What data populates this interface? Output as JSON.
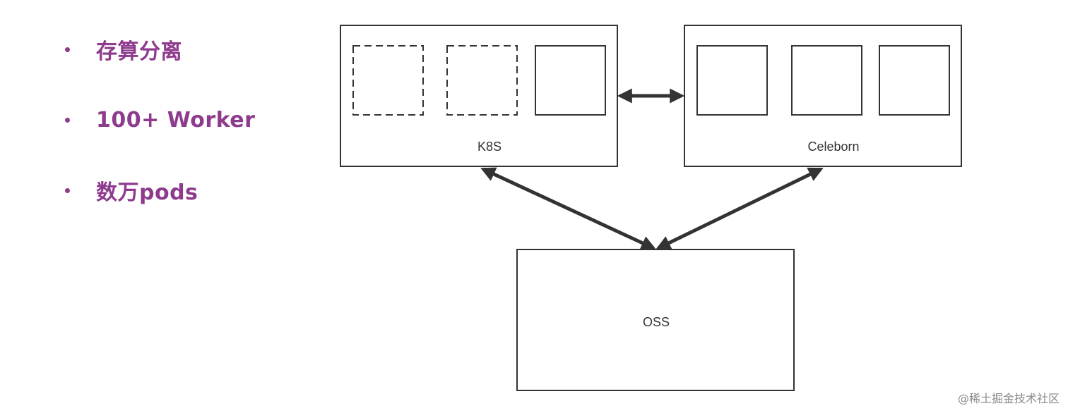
{
  "colors": {
    "accent": "#8e3b8e",
    "stroke": "#333333",
    "label": "#333333",
    "watermark": "#8a8a8a"
  },
  "bullets": [
    {
      "text": "存算分离"
    },
    {
      "text": "100+ Worker"
    },
    {
      "text": "数万pods"
    }
  ],
  "diagram": {
    "k8s_label": "K8S",
    "celeborn_label": "Celeborn",
    "oss_label": "OSS"
  },
  "watermark": "@稀土掘金技术社区"
}
